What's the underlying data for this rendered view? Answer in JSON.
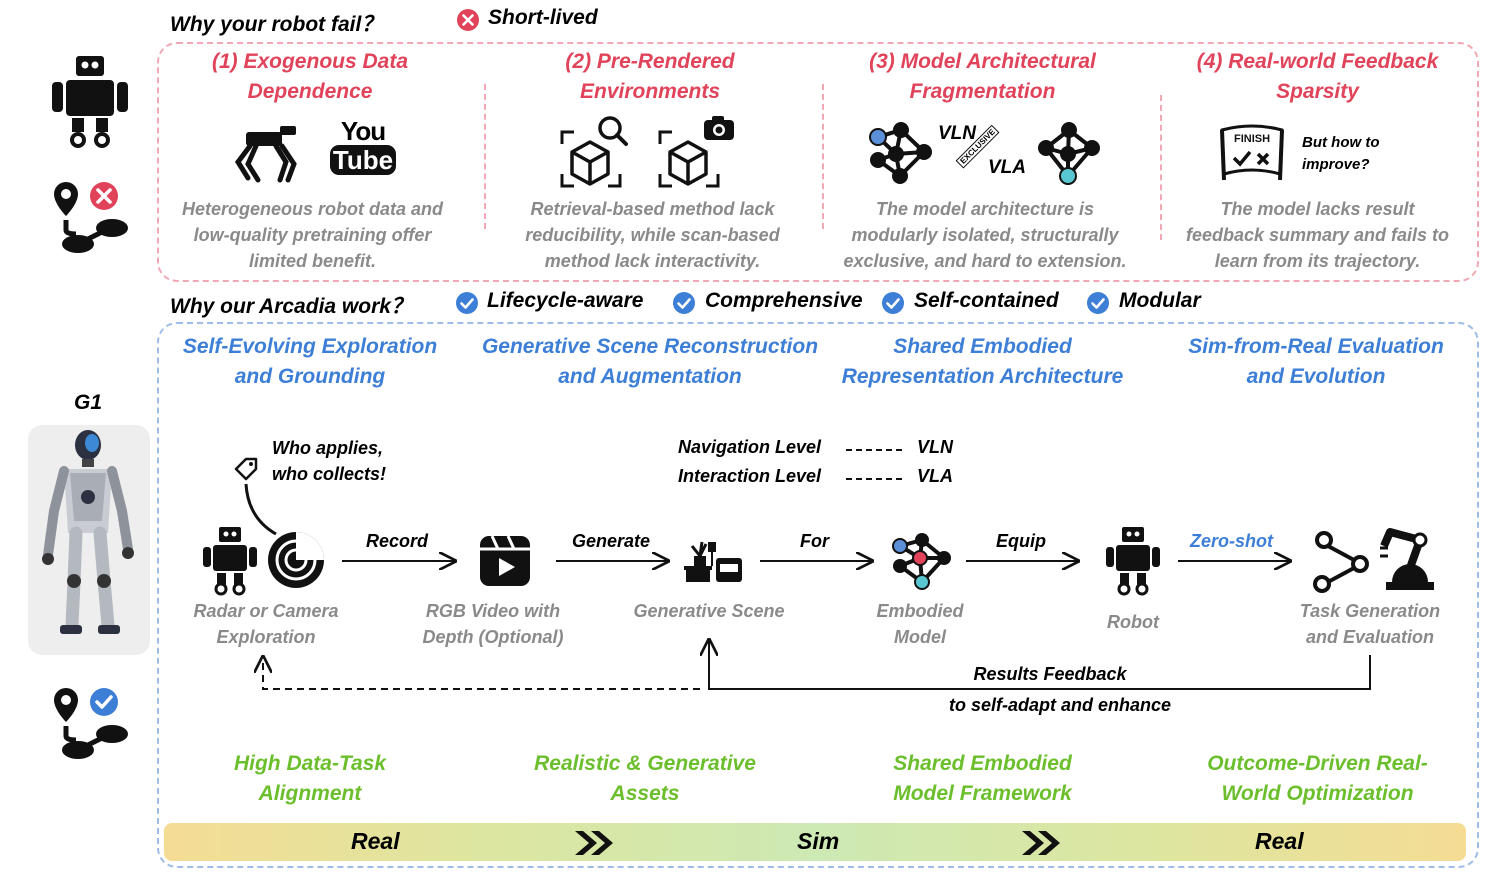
{
  "fail": {
    "question": "Why your robot fail？",
    "status_label": "Short-lived",
    "columns": [
      {
        "title": "(1) Exogenous Data Dependence",
        "description": "Heterogeneous robot data and low-quality pretraining offer limited benefit.",
        "logo_text": "You Tube"
      },
      {
        "title": "(2) Pre-Rendered Environments",
        "description": "Retrieval-based method lack reducibility, while scan-based method lack interactivity."
      },
      {
        "title": "(3) Model Architectural Fragmentation",
        "description": "The model architecture is modularly isolated, structurally exclusive, and hard to extension.",
        "vln": "VLN",
        "vla": "VLA",
        "exclusive": "EXCLUSIVE"
      },
      {
        "title": "(4) Real-world Feedback Sparsity",
        "description": "The model lacks result feedback summary and fails to learn from its trajectory.",
        "sign_text": "FINISH",
        "improve_text": "But how to improve?"
      }
    ]
  },
  "work": {
    "question": "Why our Arcadia work？",
    "features": [
      "Lifecycle-aware",
      "Comprehensive",
      "Self-contained",
      "Modular"
    ],
    "columns": [
      {
        "title": "Self-Evolving Exploration and Grounding",
        "benefit": "High Data-Task Alignment"
      },
      {
        "title": "Generative Scene Reconstruction and Augmentation",
        "benefit": "Realistic & Generative Assets"
      },
      {
        "title": "Shared Embodied Representation Architecture",
        "benefit": "Shared Embodied Model Framework"
      },
      {
        "title": "Sim-from-Real Evaluation and Evolution",
        "benefit": "Outcome-Driven Real-World Optimization"
      }
    ]
  },
  "robot_label": "G1",
  "pipeline": {
    "who_note": "Who applies, who collects!",
    "legend": [
      {
        "level": "Navigation Level",
        "tag": "VLN"
      },
      {
        "level": "Interaction Level",
        "tag": "VLA"
      }
    ],
    "nodes": [
      "Radar or Camera Exploration",
      "RGB Video with Depth (Optional)",
      "Generative Scene",
      "Embodied Model",
      "Robot",
      "Task Generation and Evaluation"
    ],
    "edges": [
      "Record",
      "Generate",
      "For",
      "Equip",
      "Zero-shot"
    ],
    "feedback_line1": "Results Feedback",
    "feedback_line2": "to self-adapt and enhance"
  },
  "stages": [
    "Real",
    "Sim",
    "Real"
  ],
  "colors": {
    "fail": "#e0435a",
    "work": "#3d7fd6",
    "benefit": "#6cbf2c",
    "note": "#8a8a8a",
    "check": "#3d7fd6"
  }
}
